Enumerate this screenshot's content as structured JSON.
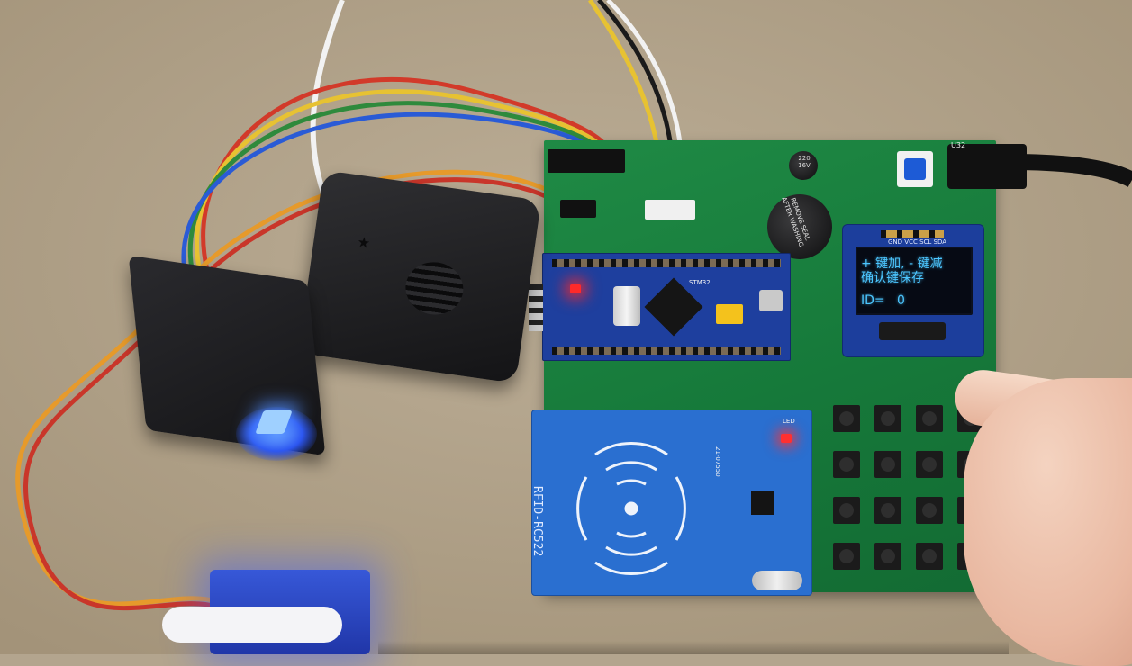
{
  "photo": {
    "oled": {
      "pin_label": "GND VCC SCL SDA",
      "line1": "+ 键加, - 键减",
      "line2": "确认键保存",
      "line3_label": "ID=",
      "line3_value": "0"
    },
    "rfid_label": "RFID-RC522",
    "buzzer_label": "REMOVE SEAL AFTER WASHING",
    "capacitor_label": "220 16V",
    "board_mark": "U32",
    "mcu_label": "STM32",
    "rfid_mark": "21-07550",
    "rfid_led_label": "LED",
    "colors": {
      "pcb": "#16793a",
      "mcu_board": "#1e3f9e",
      "rfid_board": "#2a6fd0",
      "oled_text": "#4cc6ff",
      "table": "#b3a58e",
      "led_red": "#ff2a2a",
      "sensor_glow": "#2b54f0"
    },
    "keypad": {
      "rows": 4,
      "cols": 4
    }
  }
}
